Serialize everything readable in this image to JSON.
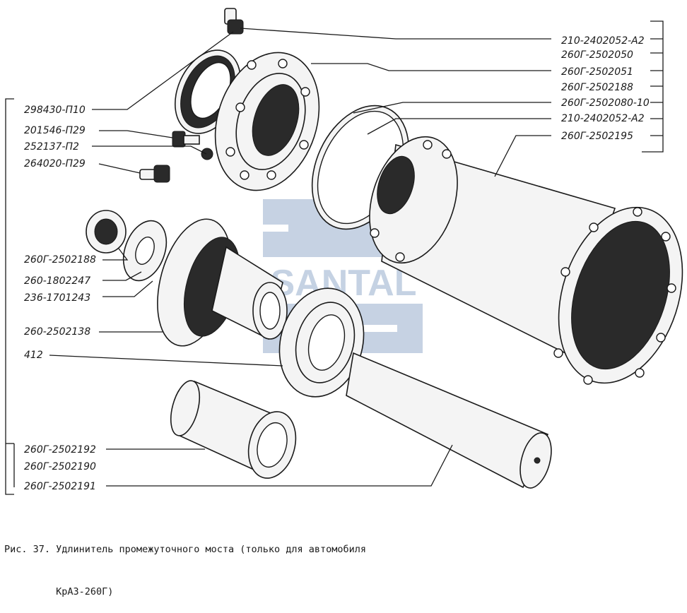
{
  "labels_right": [
    "210-2402052-А2",
    "260Г-2502050",
    "260Г-2502051",
    "260Г-2502188",
    "260Г-2502080-10",
    "210-2402052-А2",
    "260Г-2502195"
  ],
  "labels_left": [
    "298430-П10",
    "201546-П29",
    "252137-П2",
    "264020-П29",
    "260Г-2502188",
    "260-1802247",
    "236-1701243",
    "260-2502138",
    "412",
    "260Г-2502192",
    "260Г-2502190",
    "260Г-2502191"
  ],
  "watermark": "SANTAL",
  "caption": {
    "line1": "Рис. 37. Удлинитель промежуточного моста (только для автомобиля",
    "line2": "         КрАЗ-260Г)"
  }
}
